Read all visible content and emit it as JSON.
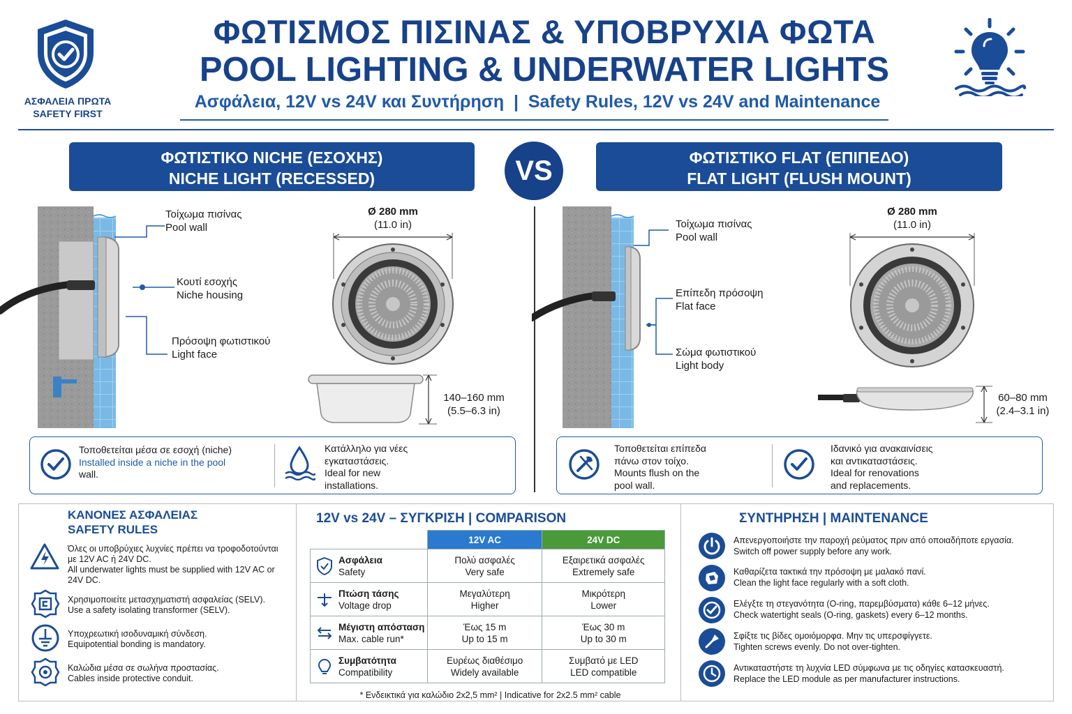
{
  "header": {
    "title_gr": "ΦΩΤΙΣΜΟΣ ΠΙΣΙΝΑΣ & ΥΠΟΒΡΥΧΙΑ ΦΩΤΑ",
    "title_en": "POOL LIGHTING & UNDERWATER LIGHTS",
    "subtitle": "Ασφάλεια, 12V vs 24V και Συντήρηση  |  Safety Rules, 12V vs 24V and Maintenance",
    "badge_gr": "ΑΣΦΑΛΕΙΑ ΠΡΩΤΑ",
    "badge_en": "SAFETY FIRST"
  },
  "vs_label": "VS",
  "niche": {
    "banner_gr": "ΦΩΤΙΣΤΙΚΟ NICHE (ΕΣΟΧΗΣ)",
    "banner_en": "NICHE LIGHT (RECESSED)",
    "labels": [
      {
        "gr": "Τοίχωμα πισίνας",
        "en": "Pool wall"
      },
      {
        "gr": "Κουτί εσοχής",
        "en": "Niche housing"
      },
      {
        "gr": "Πρόσοψη φωτιστικού",
        "en": "Light face"
      }
    ],
    "diameter": "Ø 280 mm",
    "diameter_in": "(11.0 in)",
    "depth": "140–160 mm",
    "depth_in": "(5.5–6.3 in)",
    "info1_a": "Τοποθετείται μέσα σε εσοχή (niche)",
    "info1_b": "Installed ",
    "info1_c": "inside a niche in the pool",
    "info1_d": "wall.",
    "info2_a": "Κατάλληλο για νέες",
    "info2_b": "εγκαταστάσεις.",
    "info2_c": "Ideal for new",
    "info2_d": "installations."
  },
  "flat": {
    "banner_gr": "ΦΩΤΙΣΤΙΚΟ FLAT (ΕΠΙΠΕΔΟ)",
    "banner_en": "FLAT LIGHT (FLUSH MOUNT)",
    "labels": [
      {
        "gr": "Τοίχωμα πισίνας",
        "en": "Pool wall"
      },
      {
        "gr": "Επίπεδη πρόσοψη",
        "en": "Flat face"
      },
      {
        "gr": "Σώμα φωτιστικού",
        "en": "Light body"
      }
    ],
    "diameter": "Ø 280 mm",
    "diameter_in": "(11.0 in)",
    "depth": "60–80 mm",
    "depth_in": "(2.4–3.1 in)",
    "info1_a": "Τοποθετείται επίπεδα",
    "info1_b": "πάνω στον τοίχο.",
    "info1_c": "Mounts flush on the",
    "info1_d": "pool wall.",
    "info2_a": "Ιδανικό για ανακαινίσεις",
    "info2_b": "και αντικαταστάσεις.",
    "info2_c": "Ideal for renovations",
    "info2_d": "and replacements."
  },
  "safety": {
    "title_gr": "ΚΑΝΟΝΕΣ ΑΣΦΑΛΕΙΑΣ",
    "title_en": "SAFETY RULES",
    "items": [
      {
        "gr": "Όλες οι υποβρύχιες λυχνίες πρέπει να τροφοδοτούνται με 12V AC ή 24V DC.",
        "en": "All underwater lights must be supplied with 12V AC or 24V DC."
      },
      {
        "gr": "Χρησιμοποιείτε μετασχηματιστή ασφαλείας (SELV).",
        "en": "Use a safety isolating transformer (SELV)."
      },
      {
        "gr": "Υποχρεωτική ισοδυναμική σύνδεση.",
        "en": "Equipotential bonding is mandatory."
      },
      {
        "gr": "Καλώδια μέσα σε σωλήνα προστασίας.",
        "en": "Cables inside protective conduit."
      }
    ]
  },
  "comparison": {
    "title": "12V vs 24V – ΣΥΓΚΡΙΣΗ | COMPARISON",
    "col_12": "12V AC",
    "col_24": "24V DC",
    "rows": [
      {
        "gr": "Ασφάλεια",
        "en": "Safety",
        "v12_gr": "Πολύ ασφαλές",
        "v12_en": "Very safe",
        "v24_gr": "Εξαιρετικά ασφαλές",
        "v24_en": "Extremely safe"
      },
      {
        "gr": "Πτώση τάσης",
        "en": "Voltage drop",
        "v12_gr": "Μεγαλύτερη",
        "v12_en": "Higher",
        "v24_gr": "Μικρότερη",
        "v24_en": "Lower"
      },
      {
        "gr": "Μέγιστη απόσταση",
        "en": "Max. cable run*",
        "v12_gr": "Έως 15 m",
        "v12_en": "Up to 15 m",
        "v24_gr": "Έως 30 m",
        "v24_en": "Up to 30 m"
      },
      {
        "gr": "Συμβατότητα",
        "en": "Compatibility",
        "v12_gr": "Ευρέως διαθέσιμο",
        "v12_en": "Widely available",
        "v24_gr": "Συμβατό με LED",
        "v24_en": "LED compatible"
      }
    ],
    "note": "* Ενδεικτικά για καλώδιο 2x2,5 mm² | Indicative for 2x2.5 mm² cable"
  },
  "maintenance": {
    "title": "ΣΥΝΤΗΡΗΣΗ | MAINTENANCE",
    "items": [
      {
        "gr": "Απενεργοποιήστε την παροχή ρεύματος πριν από οποιαδήποτε εργασία.",
        "en": "Switch off power supply before any work."
      },
      {
        "gr": "Καθαρίζετα τακτικά την πρόσοψη με μαλακό πανί.",
        "en": "Clean the light face regularly with a soft cloth."
      },
      {
        "gr": "Ελέγξτε τη στεγανότητα (O-ring, παρεμβύσματα) κάθε 6–12 μήνες.",
        "en": "Check watertight seals (O-ring, gaskets) every 6–12 months."
      },
      {
        "gr": "Σφίξτε τις βίδες ομοιόμορφα. Μην τις υπερσφίγγετε.",
        "en": "Tighten screws evenly. Do not over-tighten."
      },
      {
        "gr": "Αντικαταστήστε τη λυχνία LED σύμφωνα με τις οδηγίες κατασκευαστή.",
        "en": "Replace the LED module as per manufacturer instructions."
      }
    ]
  },
  "colors": {
    "navy": "#1a4c97",
    "blue_12v": "#2a7ad0",
    "green_24v": "#4a9a3a"
  }
}
